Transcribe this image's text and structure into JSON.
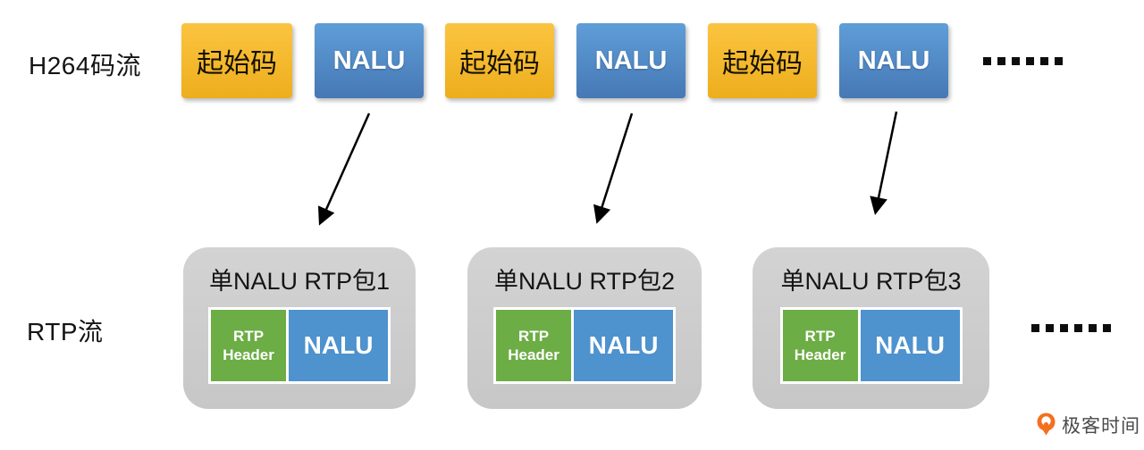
{
  "h264_row": {
    "label": "H264码流",
    "boxes": [
      {
        "kind": "start-code",
        "label": "起始码"
      },
      {
        "kind": "nalu",
        "label": "NALU"
      },
      {
        "kind": "start-code",
        "label": "起始码"
      },
      {
        "kind": "nalu",
        "label": "NALU"
      },
      {
        "kind": "start-code",
        "label": "起始码"
      },
      {
        "kind": "nalu",
        "label": "NALU"
      }
    ],
    "ellipsis": "......"
  },
  "rtp_row": {
    "label": "RTP流",
    "packets": [
      {
        "title": "单NALU RTP包1",
        "header": "RTP Header",
        "payload": "NALU"
      },
      {
        "title": "单NALU RTP包2",
        "header": "RTP Header",
        "payload": "NALU"
      },
      {
        "title": "单NALU RTP包3",
        "header": "RTP Header",
        "payload": "NALU"
      }
    ],
    "ellipsis": "......"
  },
  "watermark": {
    "brand": "极客时间"
  },
  "colors": {
    "start_code_top": "#FBC440",
    "start_code_bottom": "#EDAE1D",
    "nalu_top": "#5F9ED8",
    "nalu_bottom": "#4678B5",
    "nalu_flat": "#4E92CE",
    "rtp_header": "#6CAD45",
    "packet_bg": "#C7C7C7",
    "arrow": "#000000",
    "brand_orange": "#F3701F",
    "brand_text": "#4A4A4A"
  }
}
